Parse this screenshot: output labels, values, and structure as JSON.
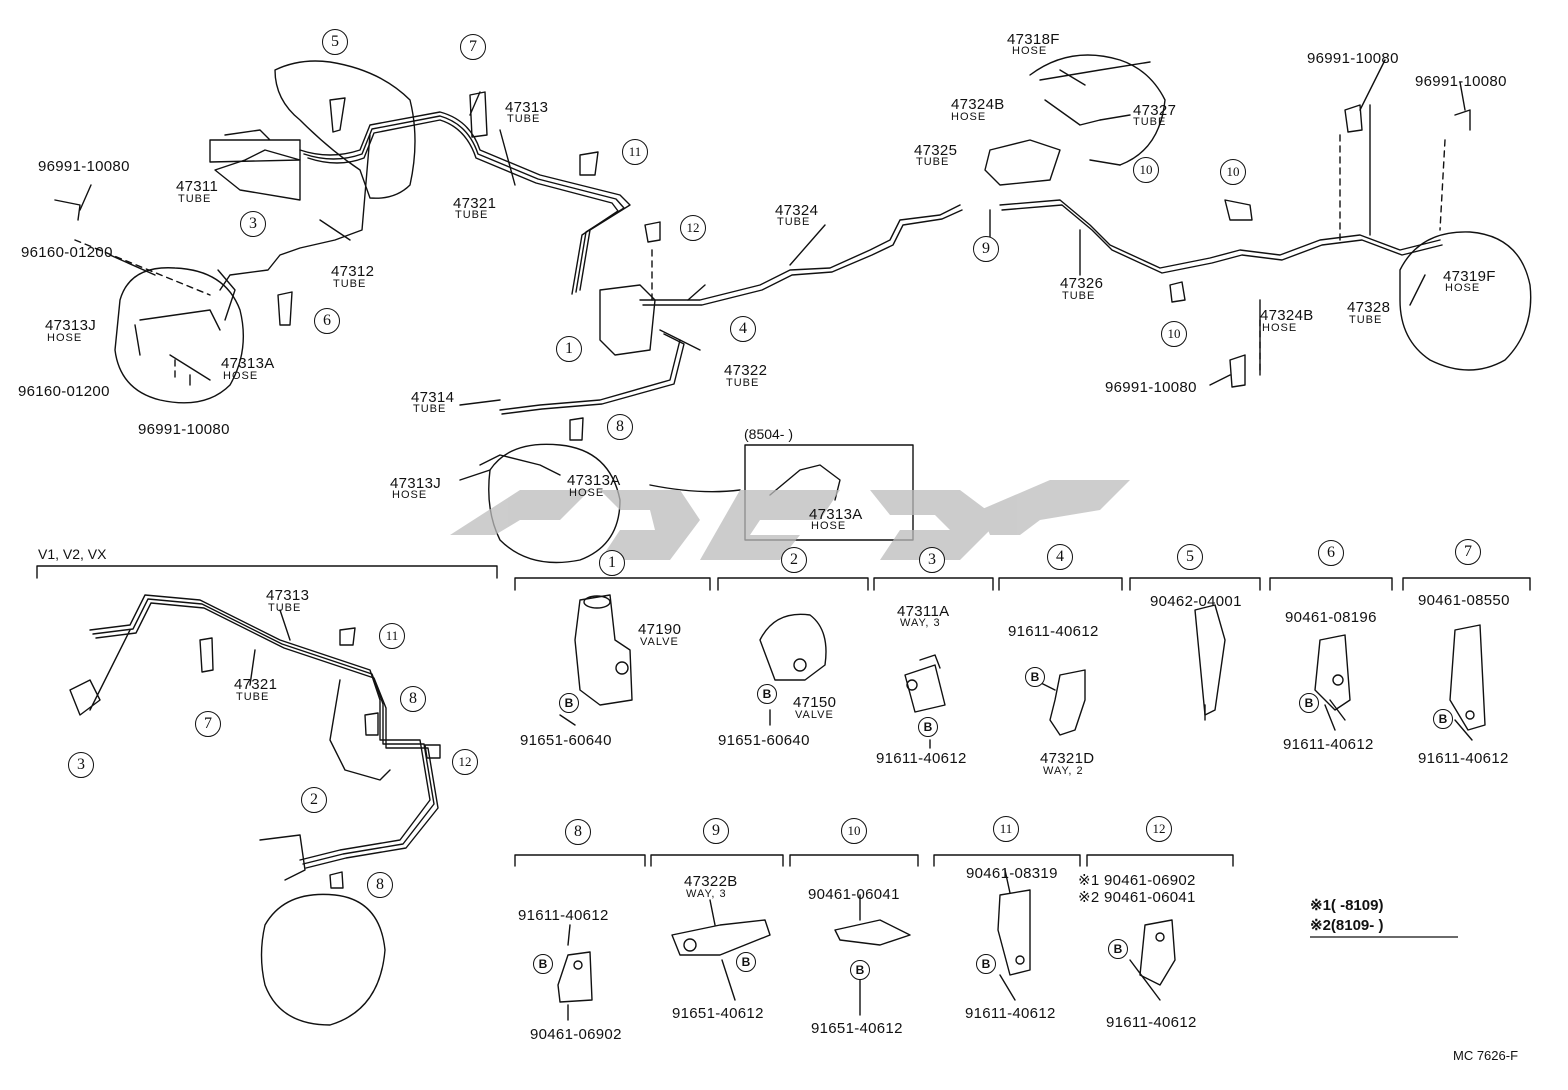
{
  "diagram_code": "MC 7626-F",
  "variant_label": "V1, V2, VX",
  "inset_label": "(8504-        )",
  "notes": [
    "※1(        -8109)",
    "※2(8109-          )"
  ],
  "callouts": [
    "1",
    "2",
    "3",
    "4",
    "5",
    "6",
    "7",
    "8",
    "9",
    "10",
    "11",
    "12"
  ],
  "bolt_mark": "B",
  "parts": {
    "p47318F": "47318F",
    "p47324B_top": "47324B",
    "p47327": "47327",
    "p47325": "47325",
    "p96991_a": "96991-10080",
    "p96991_b": "96991-10080",
    "p96991_c": "96991-10080",
    "p96991_d": "96991-10080",
    "p96160_a": "96160-01200",
    "p96160_b": "96160-01200",
    "p47311": "47311",
    "p47313": "47313",
    "p47321": "47321",
    "p47312": "47312",
    "p47313J": "47313J",
    "p47313A": "47313A",
    "p47324": "47324",
    "p47326": "47326",
    "p47324B": "47324B",
    "p47328": "47328",
    "p47319F": "47319F",
    "p47322": "47322",
    "p47314": "47314",
    "p47313J_b": "47313J",
    "p47313A_b": "47313A",
    "p47313A_c": "47313A",
    "v47313": "47313",
    "v47321": "47321"
  },
  "kinds": {
    "hose": "HOSE",
    "tube": "TUBE"
  },
  "details": {
    "d1": {
      "part": "47190",
      "kind": "VALVE",
      "bolt": "91651-60640"
    },
    "d2": {
      "part": "47150",
      "kind": "VALVE",
      "bolt": "91651-60640"
    },
    "d3": {
      "part": "47311A",
      "kind": "WAY, 3",
      "bolt": "91611-40612"
    },
    "d4": {
      "bolt": "91611-40612",
      "part": "47321D",
      "kind": "WAY, 2"
    },
    "d5": {
      "part": "90462-04001"
    },
    "d6": {
      "part": "90461-08196",
      "bolt": "91611-40612"
    },
    "d7": {
      "part": "90461-08550",
      "bolt": "91611-40612"
    },
    "d8": {
      "bolt": "91611-40612",
      "part": "90461-06902"
    },
    "d9": {
      "part": "47322B",
      "kind": "WAY, 3",
      "bolt": "91651-40612"
    },
    "d10": {
      "part": "90461-06041",
      "bolt": "91651-40612"
    },
    "d11": {
      "part": "90461-08319",
      "bolt": "91611-40612"
    },
    "d12": {
      "part1": "※1 90461-06902",
      "part2": "※2 90461-06041",
      "bolt": "91611-40612"
    }
  }
}
